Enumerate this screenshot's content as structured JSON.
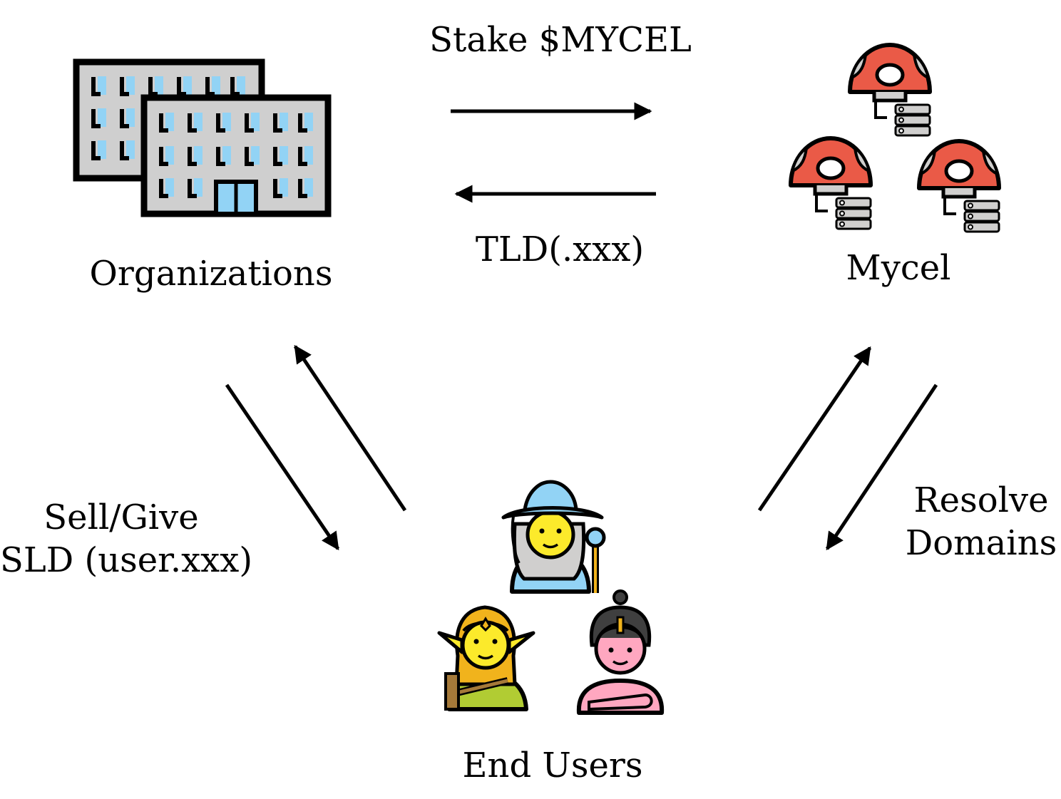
{
  "nodes": {
    "organizations": {
      "label": "Organizations",
      "icon": "office-buildings-icon"
    },
    "mycel": {
      "label": "Mycel",
      "icon": "mushroom-servers-icon"
    },
    "end_users": {
      "label": "End Users",
      "icon": "fantasy-people-icon"
    }
  },
  "edges": {
    "stake": "Stake $MYCEL",
    "tld": "TLD(.xxx)",
    "sell_give_line1": "Sell/Give",
    "sell_give_line2": "SLD (user.xxx)",
    "resolve_line1": "Resolve",
    "resolve_line2": "Domains"
  },
  "colors": {
    "stroke": "#000000",
    "building_gray": "#cfcfcf",
    "window_blue": "#92d3f5",
    "mushroom_red": "#ea5a47",
    "server_gray": "#d0cfce",
    "skin_yellow": "#fcea2b",
    "wizard_blue": "#92d3f5",
    "elf_orange": "#f1b31c",
    "elf_green": "#b1cc33",
    "pink": "#ffa7c0",
    "dark_hair": "#3f3f3f"
  }
}
